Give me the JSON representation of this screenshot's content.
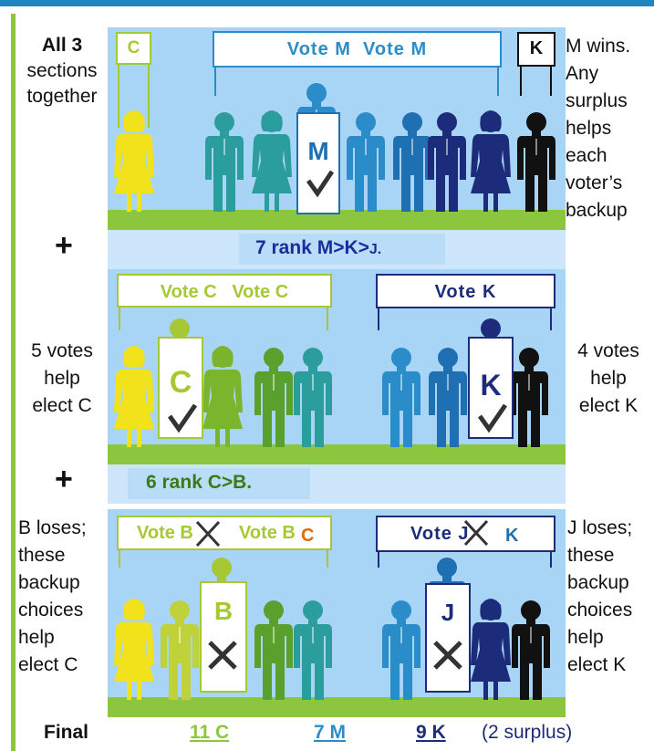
{
  "sections_note": {
    "l1": "All 3",
    "l2": "sections",
    "l3": "together"
  },
  "top_right_note": {
    "l1": "M wins.",
    "l2": "Any",
    "l3": "surplus",
    "l4": "helps",
    "l5": "each",
    "l6": "voter’s",
    "l7": "backup"
  },
  "top_banner": {
    "c_box": "C",
    "vote_m": "Vote M  Vote M",
    "k_box": "K"
  },
  "top_ballot": {
    "letter": "M"
  },
  "band1": {
    "text_main": "7 rank M>K>",
    "text_small": "J."
  },
  "mid_left_note": {
    "l1": "5 votes",
    "l2": "help",
    "l3": "elect C"
  },
  "mid_right_note": {
    "l1": "4 votes",
    "l2": "help",
    "l3": "elect K"
  },
  "mid_banner": {
    "vote_c": "Vote C   Vote C",
    "vote_k": "Vote K"
  },
  "mid_ballot": {
    "c_letter": "C",
    "k_letter": "K"
  },
  "band2": {
    "text": "6 rank C>B."
  },
  "bottom_left_note": {
    "l1": "B loses;",
    "l2": "these",
    "l3": "backup",
    "l4": "choices",
    "l5": "help",
    "l6": "elect C"
  },
  "bottom_right_note": {
    "l1": "J loses;",
    "l2": "these",
    "l3": "backup",
    "l4": "choices",
    "l5": "help",
    "l6": "elect K"
  },
  "bottom_banner": {
    "left_a": "Vote B",
    "left_b": "Vote B",
    "c_new": "C",
    "right_a": "Vote J",
    "k_new": "K"
  },
  "bottom_ballot": {
    "b_letter": "B",
    "j_letter": "J"
  },
  "final": {
    "label": "Final",
    "c": "11 C",
    "m": "7 M",
    "k": "9 K",
    "surplus": "(2 surplus)"
  },
  "colors": {
    "yellow": "#f2e21c",
    "lime": "#a7c835",
    "green": "#5aa02c",
    "teal": "#2a9d9c",
    "blue": "#2a8dc9",
    "midblue": "#1f6fb3",
    "navy": "#1c2c7a",
    "black": "#111111",
    "panel": "#a8d4f6",
    "band": "#cde6fb"
  }
}
